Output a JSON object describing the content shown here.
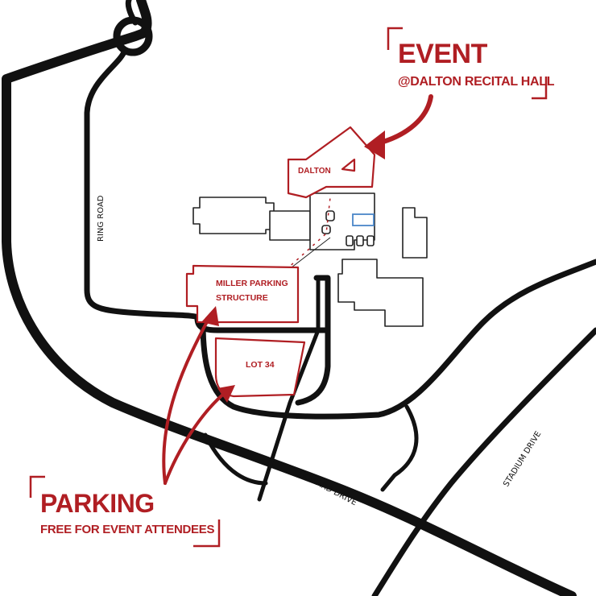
{
  "colors": {
    "accent": "#b01e23",
    "road": "#111111",
    "building_outline": "#222222",
    "water": "#4a86c8",
    "background": "#ffffff"
  },
  "event_callout": {
    "title": "EVENT",
    "subtitle": "@DALTON RECITAL HALL"
  },
  "parking_callout": {
    "title": "PARKING",
    "subtitle": "FREE FOR EVENT ATTENDEES"
  },
  "buildings": {
    "dalton": "DALTON",
    "miller_line1": "MILLER PARKING",
    "miller_line2": "STRUCTURE",
    "lot34": "LOT 34"
  },
  "roads": {
    "ring_road": "RING ROAD",
    "howard_drive": "HOWARD DRIVE",
    "stadium_drive": "STADIUM DRIVE"
  }
}
